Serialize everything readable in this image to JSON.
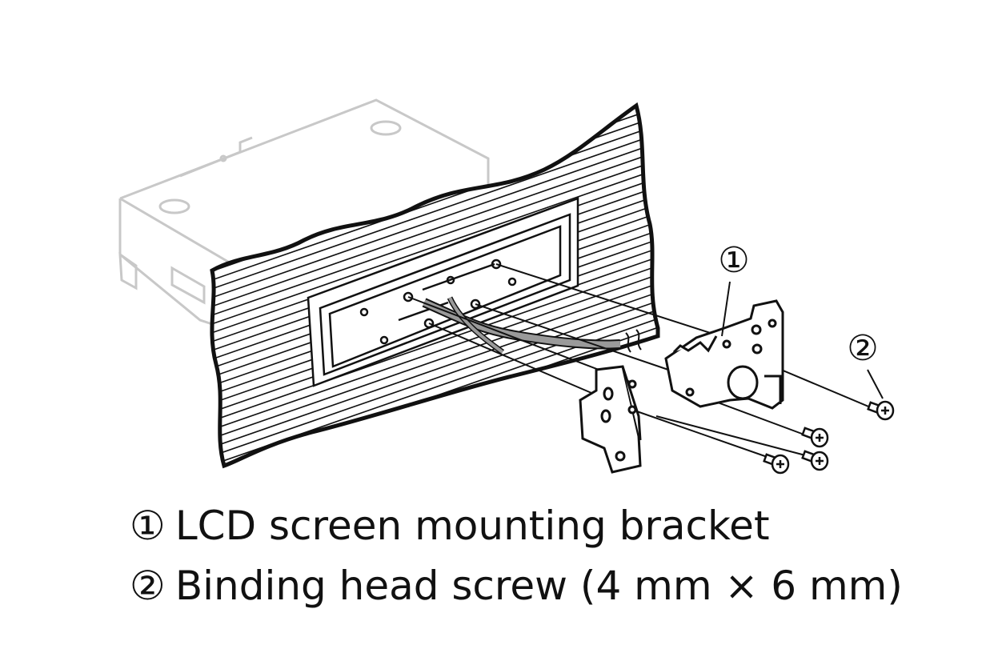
{
  "callouts": {
    "bracket_marker": "①",
    "screw_marker": "②"
  },
  "legend": [
    {
      "marker": "①",
      "text": "LCD screen mounting bracket"
    },
    {
      "marker": "②",
      "text": "Binding head screw (4 mm × 6 mm)"
    }
  ],
  "colors": {
    "line": "#111111",
    "ghost_unit": "#c8c8c8",
    "cable": "#9a9a9a",
    "background": "#ffffff"
  }
}
